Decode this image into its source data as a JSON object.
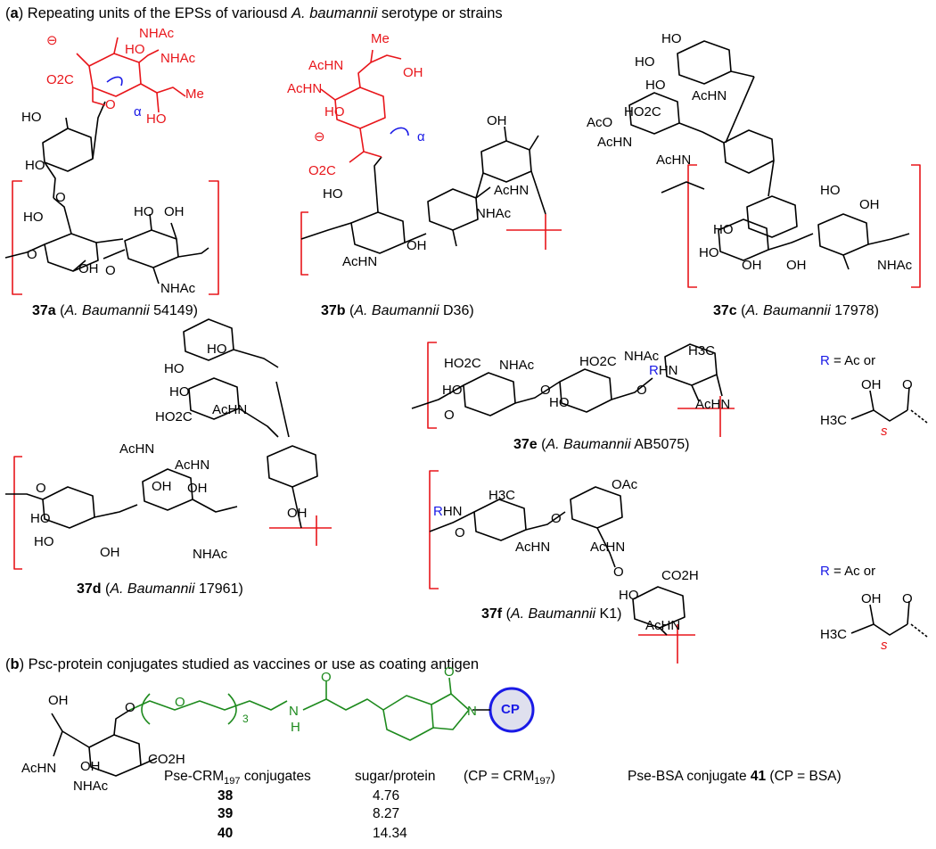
{
  "section_a": {
    "letter": "a",
    "title_pre": " Repeating units of the EPSs of variousd ",
    "title_species": "A. baumannii",
    "title_post": " serotype or strains"
  },
  "section_b": {
    "letter": "b",
    "title": " Psc-protein conjugates studied as vaccines or use as coating antigen"
  },
  "captions": [
    {
      "id": "37a",
      "species": "A. Baumannii",
      "strain": "54149"
    },
    {
      "id": "37b",
      "species": "A. Baumannii",
      "strain": "D36"
    },
    {
      "id": "37c",
      "species": "A. Baumannii",
      "strain": "17978"
    },
    {
      "id": "37d",
      "species": "A. Baumannii",
      "strain": "17961"
    },
    {
      "id": "37e",
      "species": "A. Baumannii",
      "strain": "AB5075"
    },
    {
      "id": "37f",
      "species": "A. Baumannii",
      "strain": "K1"
    }
  ],
  "r_group_note": {
    "symbol": "R",
    "text": " = Ac or",
    "stereo_label": "s",
    "oh": "OH",
    "o": "O",
    "h3c": "H3C"
  },
  "structure_labels": {
    "nhac": "NHAc",
    "achn": "AcHN",
    "oh": "OH",
    "ho": "HO",
    "me": "Me",
    "o2c": "O2C",
    "ho2c": "HO2C",
    "co2h": "CO2H",
    "aco": "AcO",
    "oac": "OAc",
    "h3c": "H3C",
    "rhn": "RHN",
    "alpha": "α",
    "minus": "⊖",
    "o": "O",
    "n": "N",
    "h": "H",
    "three": "3",
    "cp": "CP"
  },
  "conjugates": {
    "series_label": "Pse-CRM197 conjugates",
    "ratio_header": "sugar/protein",
    "cp_note": "(CP = CRM197)",
    "rows": [
      {
        "compound": "38",
        "ratio": "4.76"
      },
      {
        "compound": "39",
        "ratio": "8.27"
      },
      {
        "compound": "40",
        "ratio": "14.34"
      }
    ],
    "bsa_label_pre": "Pse-BSA conjugate ",
    "bsa_compound": "41",
    "bsa_label_post": " (CP = BSA)"
  },
  "colors": {
    "pse_highlight": "#e8161b",
    "alpha_arrow": "#1a1ae6",
    "linker": "#1d8a1d",
    "carrier_fill": "#dfe0ee",
    "carrier_stroke": "#1a1ae6"
  }
}
